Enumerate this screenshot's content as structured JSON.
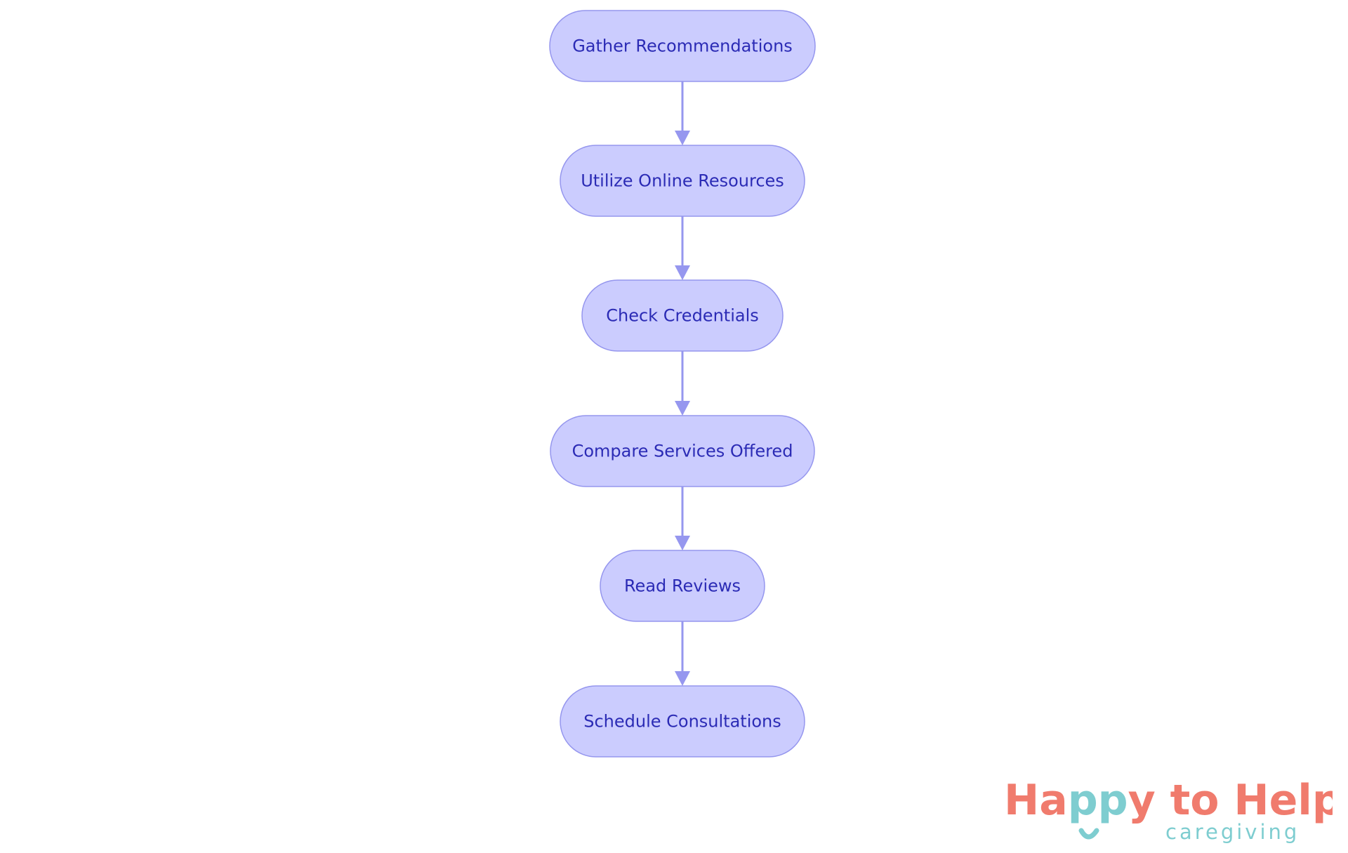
{
  "diagram": {
    "nodes": [
      {
        "id": "n1",
        "label": "Gather Recommendations"
      },
      {
        "id": "n2",
        "label": "Utilize Online Resources"
      },
      {
        "id": "n3",
        "label": "Check Credentials"
      },
      {
        "id": "n4",
        "label": "Compare Services Offered"
      },
      {
        "id": "n5",
        "label": "Read Reviews"
      },
      {
        "id": "n6",
        "label": "Schedule Consultations"
      }
    ],
    "edges": [
      {
        "from": "n1",
        "to": "n2"
      },
      {
        "from": "n2",
        "to": "n3"
      },
      {
        "from": "n3",
        "to": "n4"
      },
      {
        "from": "n4",
        "to": "n5"
      },
      {
        "from": "n5",
        "to": "n6"
      }
    ],
    "colors": {
      "node_fill": "#cbccfe",
      "node_stroke": "#9596ee",
      "edge": "#9697ef",
      "label_text": "#2b2bb5"
    }
  },
  "logo": {
    "line1_part1": "Ha",
    "line1_part2": "pp",
    "line1_part3": "y to Help",
    "line2": "caregiving",
    "colors": {
      "coral": "#f07b6d",
      "teal": "#7ecdd0"
    }
  }
}
